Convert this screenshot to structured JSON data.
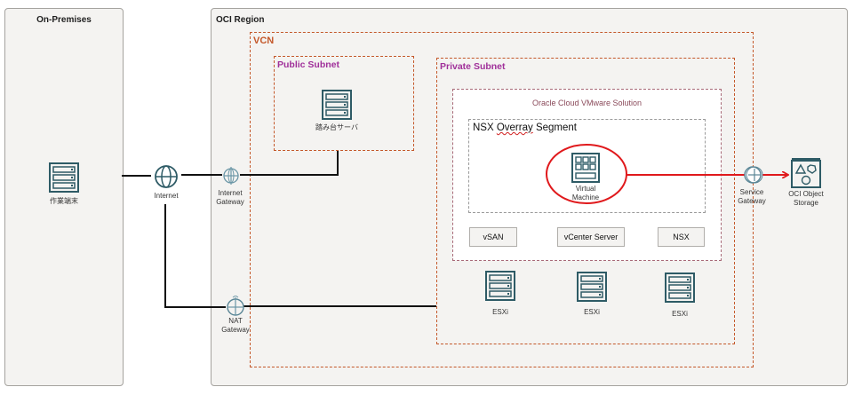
{
  "zones": {
    "on_premises": "On-Premises",
    "oci_region": "OCI Region"
  },
  "containers": {
    "vcn": "VCN",
    "public_subnet": "Public Subnet",
    "private_subnet": "Private Subnet",
    "ocvs": "Oracle Cloud VMware Solution",
    "nsx_segment_prefix": "NSX ",
    "nsx_segment_misspelled": "Overray",
    "nsx_segment_suffix": " Segment"
  },
  "nodes": {
    "work_terminal": "作業端末",
    "internet": "Internet",
    "internet_gateway": [
      "Internet",
      "Gateway"
    ],
    "nat_gateway": [
      "NAT",
      "Gateway"
    ],
    "bastion_server": "踏み台サーバ",
    "virtual_machine": [
      "Virtual",
      "Machine"
    ],
    "service_gateway": [
      "Service",
      "Gateway"
    ],
    "object_storage": [
      "OCI Object",
      "Storage"
    ],
    "esxi": [
      "ESXi",
      "ESXi",
      "ESXi"
    ]
  },
  "services": [
    "vSAN",
    "vCenter Server",
    "NSX"
  ],
  "colors": {
    "highlight": "#e0191c",
    "vcn_border": "#c4582a",
    "subnet_label": "#a0309a",
    "icon": "#2e5b66"
  }
}
